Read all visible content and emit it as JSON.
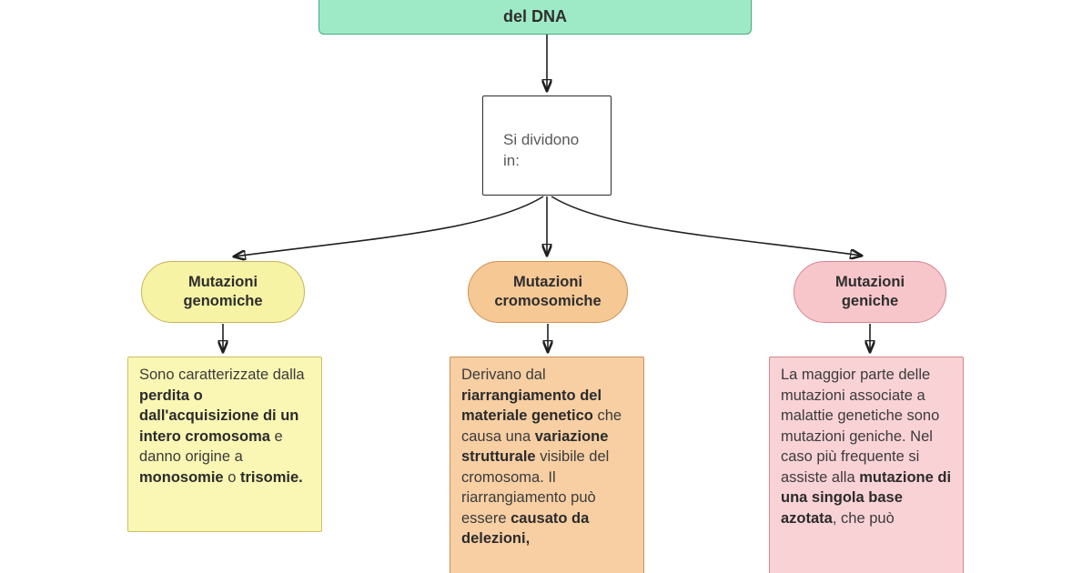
{
  "root": {
    "label": "del DNA",
    "colors": {
      "fill": "#9feac6",
      "border": "#44aa83"
    }
  },
  "divider": {
    "label": "Si dividono in:",
    "colors": {
      "fill": "#ffffff",
      "border": "#2b2b2b",
      "text": "#595959"
    }
  },
  "branches": [
    {
      "id": "genomiche",
      "pill_label": "Mutazioni genomiche",
      "colors": {
        "pill_fill": "#f6f3a4",
        "pill_border": "#c9b35a",
        "box_fill": "#faf7b4",
        "box_border": "#c9c063"
      },
      "body_segments": [
        {
          "text": "Sono caratterizzate dalla ",
          "bold": false
        },
        {
          "text": "perdita o dall'acquisizione di un intero cromosoma",
          "bold": true
        },
        {
          "text": " e danno origine a ",
          "bold": false
        },
        {
          "text": "monosomie",
          "bold": true
        },
        {
          "text": " o ",
          "bold": false
        },
        {
          "text": "trisomie.",
          "bold": true
        }
      ]
    },
    {
      "id": "cromosomiche",
      "pill_label": "Mutazioni cromosomiche",
      "colors": {
        "pill_fill": "#f5c894",
        "pill_border": "#ce9051",
        "box_fill": "#f7cfa3",
        "box_border": "#ce9051"
      },
      "body_segments": [
        {
          "text": "Derivano dal ",
          "bold": false
        },
        {
          "text": "riarrangiamento del materiale genetico",
          "bold": true
        },
        {
          "text": " che causa una ",
          "bold": false
        },
        {
          "text": "variazione strutturale",
          "bold": true
        },
        {
          "text": " visibile del cromosoma. Il riarrangiamento può essere ",
          "bold": false
        },
        {
          "text": "causato da delezioni,",
          "bold": true
        }
      ]
    },
    {
      "id": "geniche",
      "pill_label": "Mutazioni geniche",
      "colors": {
        "pill_fill": "#f7c6cb",
        "pill_border": "#d4858e",
        "box_fill": "#f9d2d6",
        "box_border": "#d4858e"
      },
      "body_segments": [
        {
          "text": "La maggior parte delle mutazioni associate a malattie genetiche sono mutazioni geniche. Nel caso più frequente si assiste alla ",
          "bold": false
        },
        {
          "text": "mutazione di una singola base azotata",
          "bold": true
        },
        {
          "text": ", che può",
          "bold": false
        }
      ]
    }
  ],
  "arrow_color": "#1f1f1f"
}
